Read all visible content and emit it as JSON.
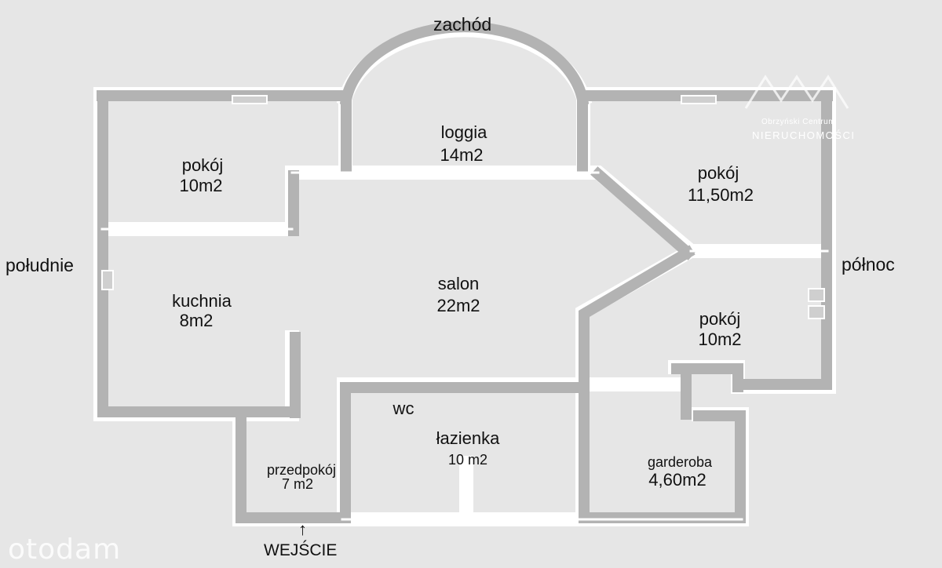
{
  "compass": {
    "west": "zachód",
    "south": "południe",
    "north": "północ"
  },
  "rooms": {
    "room_sw": {
      "name": "pokój",
      "area": "10m2"
    },
    "loggia": {
      "name": "loggia",
      "area": "14m2"
    },
    "room_ne": {
      "name": "pokój",
      "area": "11,50m2"
    },
    "kitchen": {
      "name": "kuchnia",
      "area": "8m2"
    },
    "salon": {
      "name": "salon",
      "area": "22m2"
    },
    "room_e": {
      "name": "pokój",
      "area": "10m2"
    },
    "wc": {
      "name": "wc"
    },
    "bathroom": {
      "name": "łazienka",
      "area": "10 m2"
    },
    "hall": {
      "name": "przedpokój",
      "area": "7 m2"
    },
    "wardrobe": {
      "name": "garderoba",
      "area": "4,60m2"
    }
  },
  "entrance": {
    "arrow": "↑",
    "label": "WEJŚCIE"
  },
  "watermark": "otodam",
  "logo": {
    "line1": "Obrzyński Centrum",
    "line2": "NIERUCHOMOŚCI"
  },
  "colors": {
    "background": "#e6e6e6",
    "wall": "#b3b3b3",
    "wall_shadow": "#8f8f8f",
    "wall_edge": "#ffffff"
  }
}
